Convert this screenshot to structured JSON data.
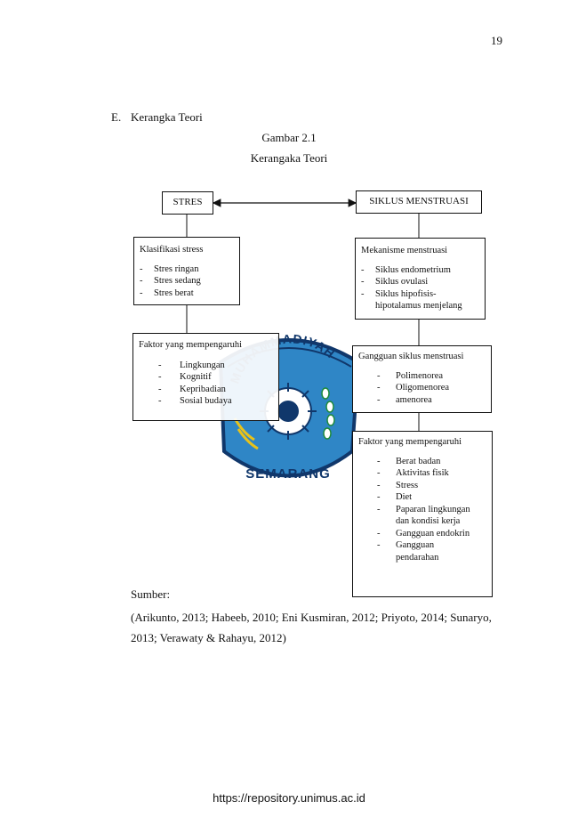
{
  "page_number": "19",
  "section": {
    "letter": "E.",
    "title": "Kerangka Teori"
  },
  "figure": {
    "number": "Gambar 2.1",
    "title": "Kerangaka Teori"
  },
  "logo": {
    "ring_text": "MUHAMMADIYAH",
    "bottom_text": "SEMARANG"
  },
  "diagram": {
    "stres": "STRES",
    "siklus": "SIKLUS MENSTRUASI",
    "klasifikasi": {
      "title": "Klasifikasi stress",
      "items": [
        "Stres ringan",
        "Stres sedang",
        "Stres berat"
      ]
    },
    "mekanisme": {
      "title": "Mekanisme menstruasi",
      "items": [
        "Siklus endometrium",
        "Siklus ovulasi",
        "Siklus hipofisis-",
        "hipotalamus menjelang"
      ]
    },
    "faktor_stres": {
      "title": "Faktor yang mempengaruhi",
      "items": [
        "Lingkungan",
        "Kognitif",
        "Kepribadian",
        "Sosial budaya"
      ]
    },
    "gangguan": {
      "title": "Gangguan siklus menstruasi",
      "items": [
        "Polimenorea",
        "Oligomenorea",
        "amenorea"
      ]
    },
    "faktor_siklus": {
      "title": "Faktor yang mempengaruhi",
      "items": [
        "Berat badan",
        "Aktivitas fisik",
        "Stress",
        "Diet",
        "Paparan lingkungan",
        "dan kondisi kerja",
        "Gangguan endokrin",
        "Gangguan",
        "pendarahan"
      ]
    }
  },
  "source": {
    "label": "Sumber:",
    "line1": "(Arikunto, 2013; Habeeb, 2010; Eni Kusmiran, 2012; Priyoto, 2014; Sunaryo,",
    "line2": "2013; Verawaty & Rahayu, 2012)"
  },
  "footer_url": "https://repository.unimus.ac.id",
  "colors": {
    "logo_blue": "#2f86c6",
    "logo_dark": "#10376b",
    "logo_green": "#1e8a3a",
    "logo_yellow": "#e8c21a"
  }
}
